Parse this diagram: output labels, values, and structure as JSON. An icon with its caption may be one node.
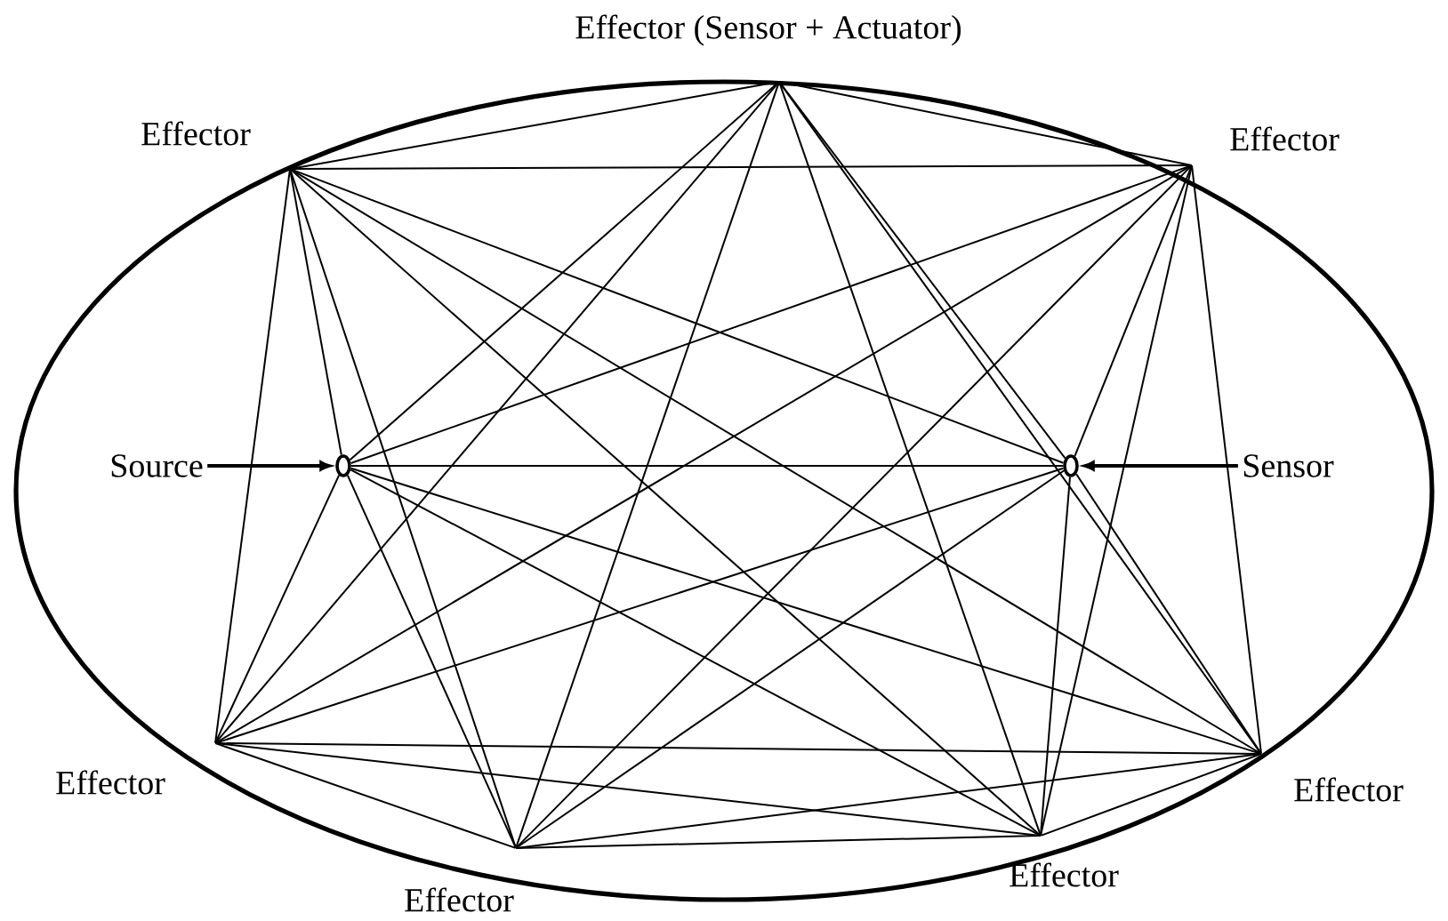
{
  "diagram": {
    "nodes": [
      {
        "text": [
          "Effector (Sensor + Actuator)"
        ]
      },
      {
        "text": [
          "Effector"
        ]
      },
      {
        "text": [
          "Effector"
        ]
      },
      {
        "text": [
          "Source"
        ]
      },
      {
        "text": [],
        "shape": "circle"
      },
      {
        "text": [],
        "shape": "circle"
      },
      {
        "text": [
          "Sensor"
        ]
      },
      {
        "text": [
          "Effector"
        ]
      },
      {
        "text": [
          "Effector"
        ]
      },
      {
        "text": [
          "Effector"
        ]
      },
      {
        "text": [
          "Effector"
        ]
      }
    ],
    "edges": [
      {
        "from": 3,
        "to": 4,
        "arrow": "to"
      },
      {
        "from": 6,
        "to": 5,
        "arrow": "to"
      },
      {
        "from": 0,
        "to": 1,
        "arrow": "none"
      },
      {
        "from": 0,
        "to": 2,
        "arrow": "none"
      },
      {
        "from": 0,
        "to": 4,
        "arrow": "none"
      },
      {
        "from": 0,
        "to": 5,
        "arrow": "none"
      },
      {
        "from": 0,
        "to": 7,
        "arrow": "none"
      },
      {
        "from": 0,
        "to": 8,
        "arrow": "none"
      },
      {
        "from": 0,
        "to": 9,
        "arrow": "none"
      },
      {
        "from": 0,
        "to": 10,
        "arrow": "none"
      },
      {
        "from": 1,
        "to": 2,
        "arrow": "none"
      },
      {
        "from": 1,
        "to": 4,
        "arrow": "none"
      },
      {
        "from": 1,
        "to": 5,
        "arrow": "none"
      },
      {
        "from": 1,
        "to": 7,
        "arrow": "none"
      },
      {
        "from": 1,
        "to": 8,
        "arrow": "none"
      },
      {
        "from": 1,
        "to": 9,
        "arrow": "none"
      },
      {
        "from": 1,
        "to": 10,
        "arrow": "none"
      },
      {
        "from": 2,
        "to": 4,
        "arrow": "none"
      },
      {
        "from": 2,
        "to": 5,
        "arrow": "none"
      },
      {
        "from": 2,
        "to": 7,
        "arrow": "none"
      },
      {
        "from": 2,
        "to": 8,
        "arrow": "none"
      },
      {
        "from": 2,
        "to": 9,
        "arrow": "none"
      },
      {
        "from": 2,
        "to": 10,
        "arrow": "none"
      },
      {
        "from": 4,
        "to": 5,
        "arrow": "none"
      },
      {
        "from": 4,
        "to": 7,
        "arrow": "none"
      },
      {
        "from": 4,
        "to": 8,
        "arrow": "none"
      },
      {
        "from": 4,
        "to": 9,
        "arrow": "none"
      },
      {
        "from": 4,
        "to": 10,
        "arrow": "none"
      },
      {
        "from": 5,
        "to": 7,
        "arrow": "none"
      },
      {
        "from": 5,
        "to": 8,
        "arrow": "none"
      },
      {
        "from": 5,
        "to": 9,
        "arrow": "none"
      },
      {
        "from": 5,
        "to": 10,
        "arrow": "none"
      },
      {
        "from": 7,
        "to": 8,
        "arrow": "none"
      },
      {
        "from": 7,
        "to": 9,
        "arrow": "none"
      },
      {
        "from": 7,
        "to": 10,
        "arrow": "none"
      },
      {
        "from": 8,
        "to": 9,
        "arrow": "none"
      },
      {
        "from": 8,
        "to": 10,
        "arrow": "none"
      },
      {
        "from": 9,
        "to": 10,
        "arrow": "none"
      }
    ]
  }
}
